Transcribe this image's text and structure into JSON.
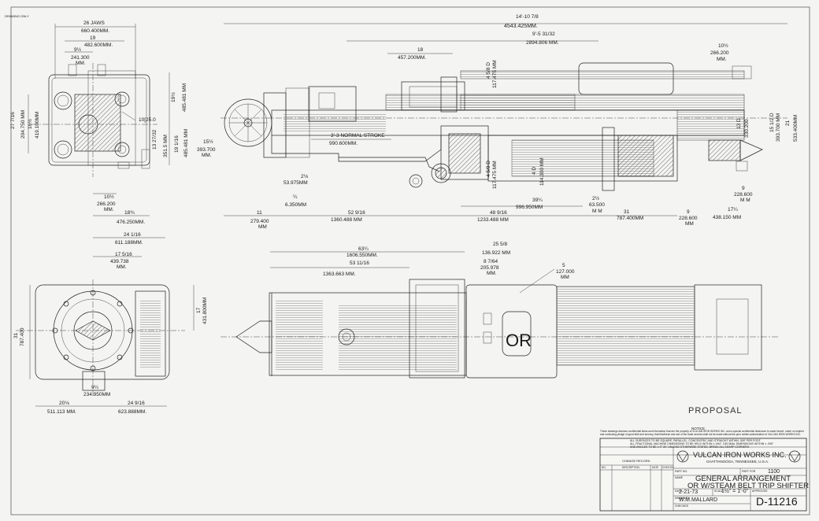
{
  "sheet": {
    "corner_stamp": "DRAWING ONLY",
    "proposal": "PROPOSAL"
  },
  "dims": {
    "jaws": "26 JAWS",
    "jaws_mm": "660.400MM.",
    "d19": "19",
    "d19_mm": "482.600MM.",
    "d9_half": "9½",
    "d9_mm": "241.300",
    "d9_mm2": "MM.",
    "d27": "27 7/16",
    "d27_mm": "204.750 MM",
    "d16": "16½",
    "d16_mm": "419.100MM",
    "bore": "10[25.0",
    "d19v": "19½",
    "d19v_mm": "485.481 MM",
    "d13": "13 27/32",
    "d13_mm": "351.5 MM",
    "d19v2": "19 1/16",
    "d19v2_mm": "485.481 MM",
    "d10": "10½",
    "d10_mm": "266.200",
    "d10_mm2": "MM.",
    "d18b": "18¾",
    "d18b_mm": "476.250MM.",
    "overall": "14'-10 7/8",
    "overall_mm": "4543.425MM.",
    "d95": "9'-5 31/32",
    "d95_mm": "2894.806 MM.",
    "d18t": "18",
    "d18t_mm": "457.200MM.",
    "d4d": "4 5/8 D",
    "d4d_mm": "117.475 MM",
    "d10r": "10½",
    "d10r_mm": "266.200",
    "d10r_mm2": "MM.",
    "d15": "15½",
    "d15_mm": "393.700",
    "d15_mm2": "MM.",
    "stroke": "3'-3 NORMAL STROKE",
    "stroke_mm": "990.600MM.",
    "d2": "2⅛",
    "d2_mm": "53.975MM",
    "d4": "¼",
    "d4_mm": "6.350MM",
    "d4b": "4 5/8 D",
    "d4b_mm": "117.475 MM",
    "d4c": "4 D",
    "d4c_mm": "114.300 MM",
    "d39": "39¼",
    "d39_mm": "996.950MM",
    "d48": "48 9/16",
    "d48_mm": "1233.488 MM",
    "d2r": "2½",
    "d2r_mm": "63.500",
    "d2r_mm2": "M M",
    "d11": "11",
    "d11_mm": "279.400",
    "d11_mm2": "MM",
    "d52": "52 9/16",
    "d52_mm": "1360.488 MM",
    "d31": "31",
    "d31_mm": "787.400MM",
    "d9": "9",
    "d9b_mm": "228.600",
    "d9b_mm2": "MM",
    "d17": "17¼",
    "d17_mm": "438.150 MM",
    "d9r": "9",
    "d9r_mm": "228.600",
    "d9r_mm2": "M M",
    "d15r": "15 1/2 D",
    "d15r_mm": "393.700 MM",
    "d21": "21",
    "d21_mm": "533.400MM",
    "d13r": "13 D",
    "d13r_mm": "330.200",
    "d24": "24 1/16",
    "d24_mm": "611.188MM.",
    "d17e": "17 5/16",
    "d17e_mm": "439.738",
    "d17e_mm2": "MM.",
    "d31v": "31",
    "d31v_mm": "787.400",
    "d17v": "17",
    "d17v_mm": "431.800MM",
    "d9b": "9¼",
    "d9b2_mm": "234.950MM",
    "d20": "20⅛",
    "d20_mm": "511.113 MM.",
    "d24b": "24 9/16",
    "d24b_mm": "623.888MM.",
    "d63": "63¼",
    "d63_mm": "1606.550MM.",
    "d53": "53 11/16",
    "d53_mm": "1363.663 MM.",
    "d25": "25 5/8",
    "d25_mm": "136.922 MM",
    "d8": "8 7/64",
    "d8_mm": "205.978",
    "d8_mm2": "MM.",
    "d5": "5",
    "d5_mm": "127.000",
    "d5_mm2": "MM",
    "or_label": "OR"
  },
  "title_block": {
    "notice_head": "NOTICE",
    "notice_text": "These drawings disclose confidential ideas and information that are the property of VULCAN IRON WORKS INC. and a special confidential disclosure is made hereof, under no implied and continuing pledge of good faith and secrecy, that this/these and use of the trade secrets shall not be made without the prior written authorization of VULCAN IRON WORKS INC.",
    "spec_1": "ALL SURFACES TO BE SQUARE, PARALLEL, CONCENTRIC AND STRAIGHT WITHIN .005\" PER FOOT.",
    "spec_2": "ALL FRACTIONAL MACHINE DIMENSIONS TO BE HELD WITHIN ± 1/64\". DECIMAL DIMENSIONS WITHIN ± .005\"",
    "spec_3": "AND ANGLES TO BE ± 0° 30'. UNLESS OTHERWISE STATED. BREAK ALL SHARP CORNERS.",
    "changes_record": "CHANGE RECORD",
    "col_no": "NO.",
    "col_desc": "DESCRIPTION",
    "col_date": "DATE",
    "col_chk": "CHK'D BY",
    "company": "VULCAN IRON WORKS INC.",
    "city": "CHATTANOOGA, TENNESSEE, U.S.A.",
    "part_no_label": "PART NO.",
    "part_for_label": "PART FOR",
    "part_for": "1100",
    "name_label": "NAME",
    "title_1": "GENERAL ARRANGEMENT",
    "title_2": "OR W/STEAM BELT TRIP SHIFTER",
    "date_label": "DATE",
    "date": "2-21-73",
    "scale_label": "SCALE",
    "scale": "1½\" = 1'-0\"",
    "drawn_label": "DRAWN BY",
    "drawn": "W.M.MALLARD",
    "approved_label": "APPROVED",
    "checked_label": "CHECKED",
    "dwg_no": "D-11216"
  }
}
